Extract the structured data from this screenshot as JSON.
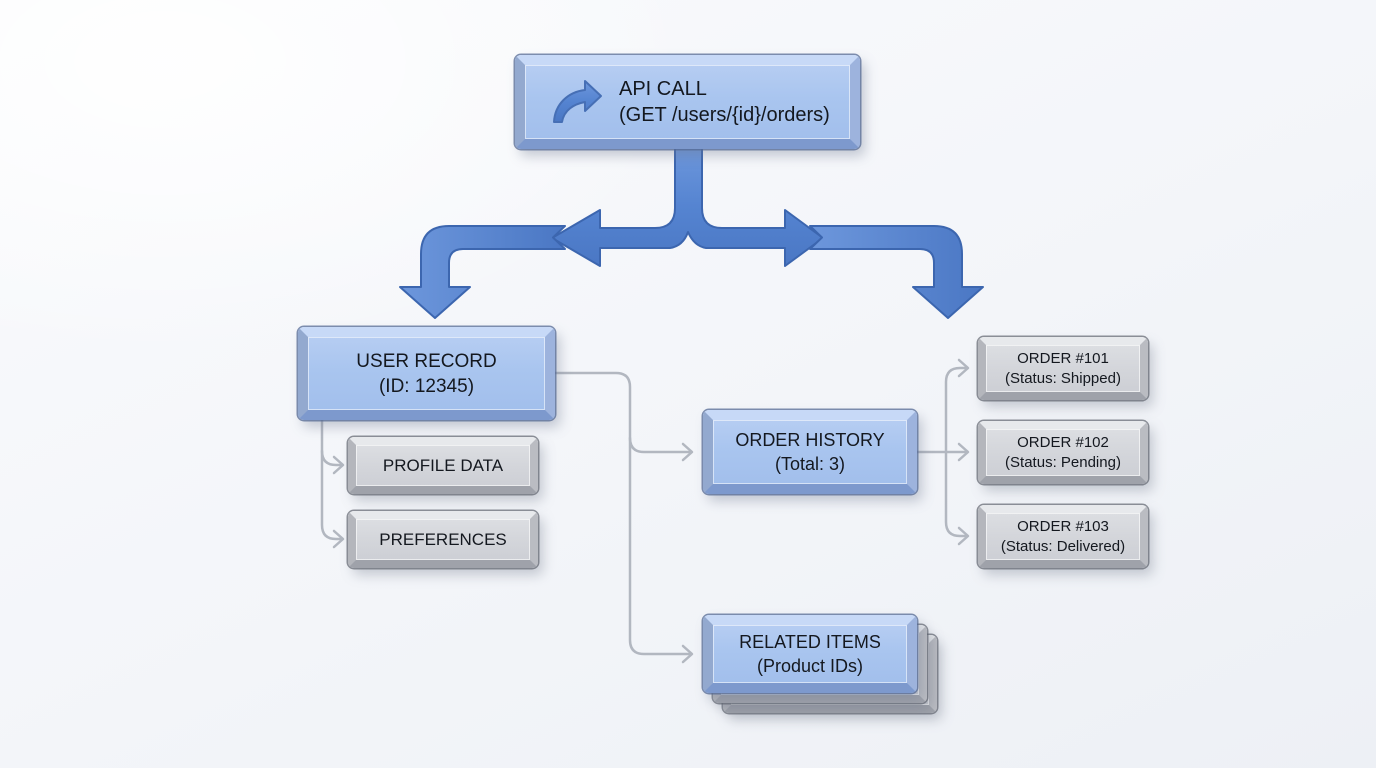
{
  "diagram": {
    "nodes": {
      "api_call": {
        "line1": "API CALL",
        "line2": "(GET /users/{id}/orders)",
        "icon": "forward-arrow-icon",
        "style": "blue"
      },
      "user_record": {
        "line1": "USER RECORD",
        "line2": "(ID: 12345)",
        "style": "blue"
      },
      "profile_data": {
        "line1": "PROFILE DATA",
        "style": "gray"
      },
      "preferences": {
        "line1": "PREFERENCES",
        "style": "gray"
      },
      "order_history": {
        "line1": "ORDER HISTORY",
        "line2": "(Total: 3)",
        "style": "blue"
      },
      "order_101": {
        "line1": "ORDER #101",
        "line2": "(Status: Shipped)",
        "style": "gray"
      },
      "order_102": {
        "line1": "ORDER #102",
        "line2": "(Status: Pending)",
        "style": "gray"
      },
      "order_103": {
        "line1": "ORDER #103",
        "line2": "(Status: Delivered)",
        "style": "gray"
      },
      "related_items": {
        "line1": "RELATED ITEMS",
        "line2": "(Product IDs)",
        "style": "blue-stacked"
      }
    },
    "edges": [
      {
        "from": "api_call",
        "to": "user_record",
        "style": "thick-blue-arrow"
      },
      {
        "from": "api_call",
        "to": "orders-branch",
        "style": "thick-blue-arrow"
      },
      {
        "from": "user_record",
        "to": "profile_data",
        "style": "thin-gray-arrow"
      },
      {
        "from": "user_record",
        "to": "preferences",
        "style": "thin-gray-arrow"
      },
      {
        "from": "user_record",
        "to": "order_history",
        "style": "thin-gray-arrow"
      },
      {
        "from": "user_record",
        "to": "related_items",
        "style": "thin-gray-arrow"
      },
      {
        "from": "order_history",
        "to": "order_101",
        "style": "thin-gray-arrow"
      },
      {
        "from": "order_history",
        "to": "order_102",
        "style": "thin-gray-arrow"
      },
      {
        "from": "order_history",
        "to": "order_103",
        "style": "thin-gray-arrow"
      }
    ],
    "colors": {
      "background": "#f4f6f9",
      "node_blue_fill": "#adc8ef",
      "node_blue_edge": "#7d99cd",
      "node_gray_fill": "#d6d8dc",
      "node_gray_edge": "#9fa2aa",
      "arrow_blue": "#5182cd",
      "arrow_blue_outline": "#3c66af",
      "connector_gray": "#b2b7c0",
      "text": "#14181f"
    }
  }
}
